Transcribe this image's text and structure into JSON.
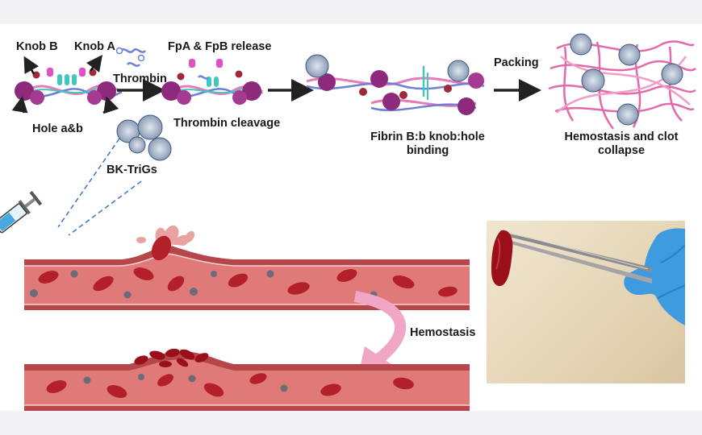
{
  "labels": {
    "knob_b": "Knob B",
    "knob_a": "Knob A",
    "hole": "Hole a&b",
    "fpa_fpb": "FpA & FpB release",
    "thrombin": "Thrombin",
    "thrombin_cleavage": "Thrombin cleavage",
    "bk_trigs": "BK-TriGs",
    "fibrin_line1": "Fibrin B:b knob:hole",
    "fibrin_line2": "binding",
    "packing": "Packing",
    "hemo_clot_line1": "Hemostasis and clot",
    "hemo_clot_line2": "collapse",
    "hemostasis": "Hemostasis"
  },
  "colors": {
    "vessel_wall": "#b5474b",
    "vessel_lumen": "#e07a78",
    "red_cell": "#b3202a",
    "fibrin_pink": "#e77bb4",
    "domain_purple": "#8d2a7c",
    "knob_teal": "#3fc7c0",
    "arrow_pink": "#f0a6c4",
    "glove_blue": "#3e9be0",
    "clot_red": "#9a0f1a"
  },
  "icons": [
    "fibrinogen-molecule-icon",
    "nanoparticle-icon",
    "syringe-icon",
    "blood-vessel-icon",
    "red-blood-cell-icon",
    "curved-arrow-icon",
    "tweezers-icon",
    "glove-icon",
    "blood-clot-icon"
  ]
}
